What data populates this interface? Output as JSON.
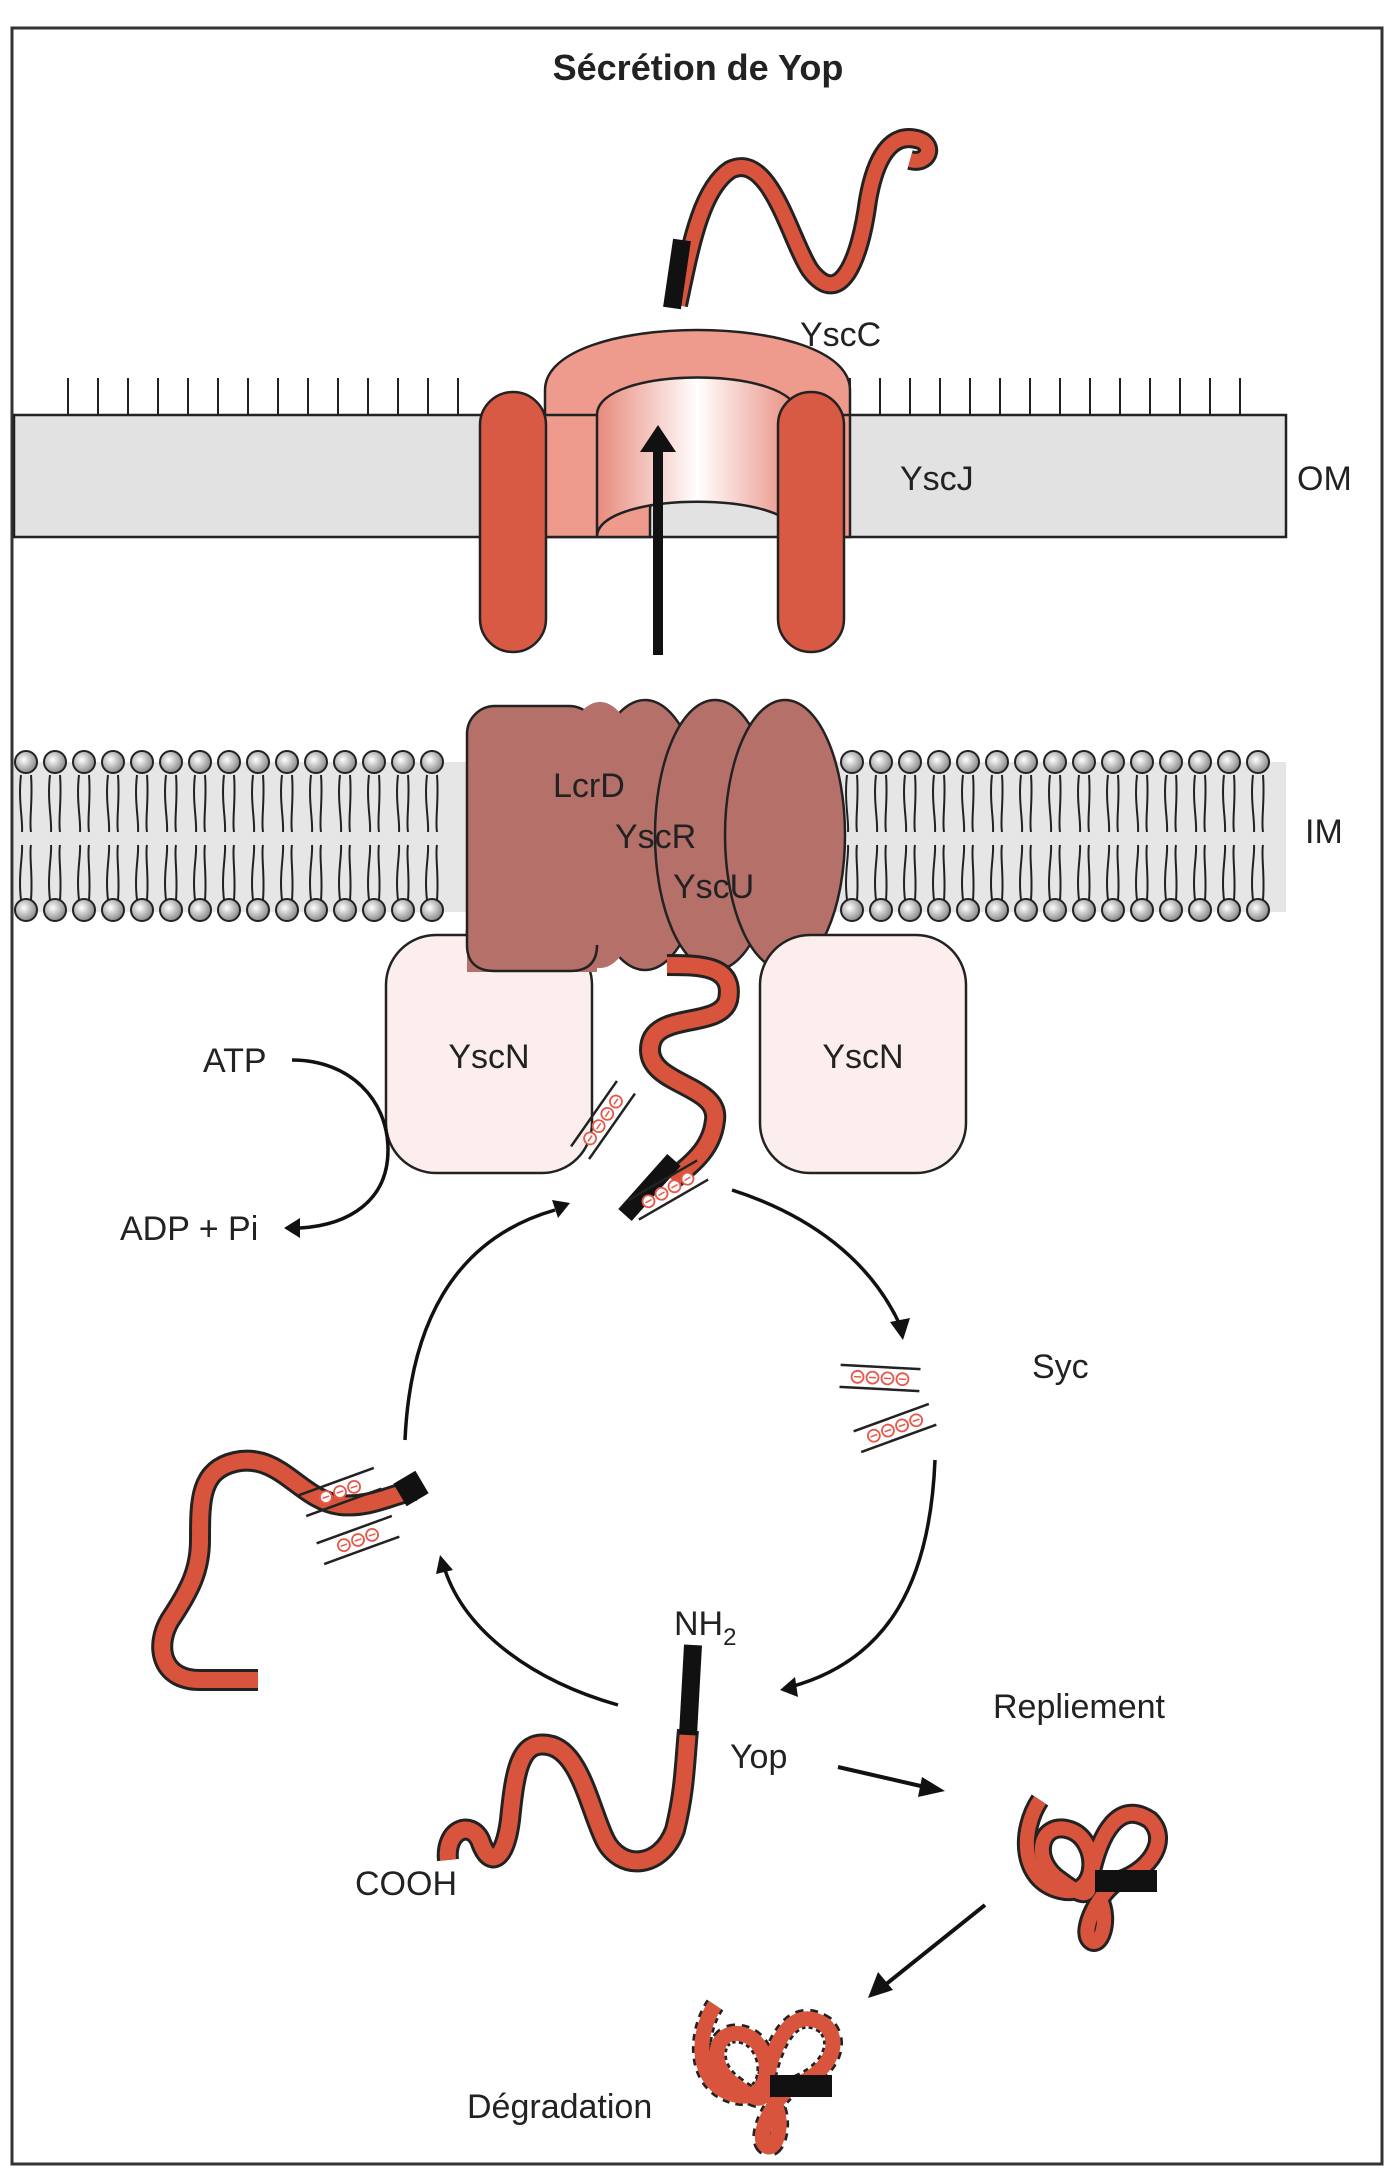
{
  "title": "Sécrétion de Yop",
  "colors": {
    "yop_red": "#d9543d",
    "yop_tag": "#111111",
    "ysc_c_dark": "#d85a45",
    "ysc_c_light": "#ee9a8c",
    "inner_complex": "#b5706a",
    "yscn_fill": "#fbeeec",
    "membrane_gray": "#e2e2e2",
    "chaperone_circle": "#e8584a"
  },
  "labels": {
    "yscc": "YscC",
    "yscj": "YscJ",
    "om": "OM",
    "im": "IM",
    "lcrd": "LcrD",
    "yscr": "YscR",
    "yscu": "YscU",
    "yscn_left": "YscN",
    "yscn_right": "YscN",
    "atp": "ATP",
    "adp_pi": "ADP + Pi",
    "syc": "Syc",
    "nh2_main": "NH",
    "nh2_sub": "2",
    "yop": "Yop",
    "cooh": "COOH",
    "repliement": "Repliement",
    "degradation": "Dégradation"
  }
}
